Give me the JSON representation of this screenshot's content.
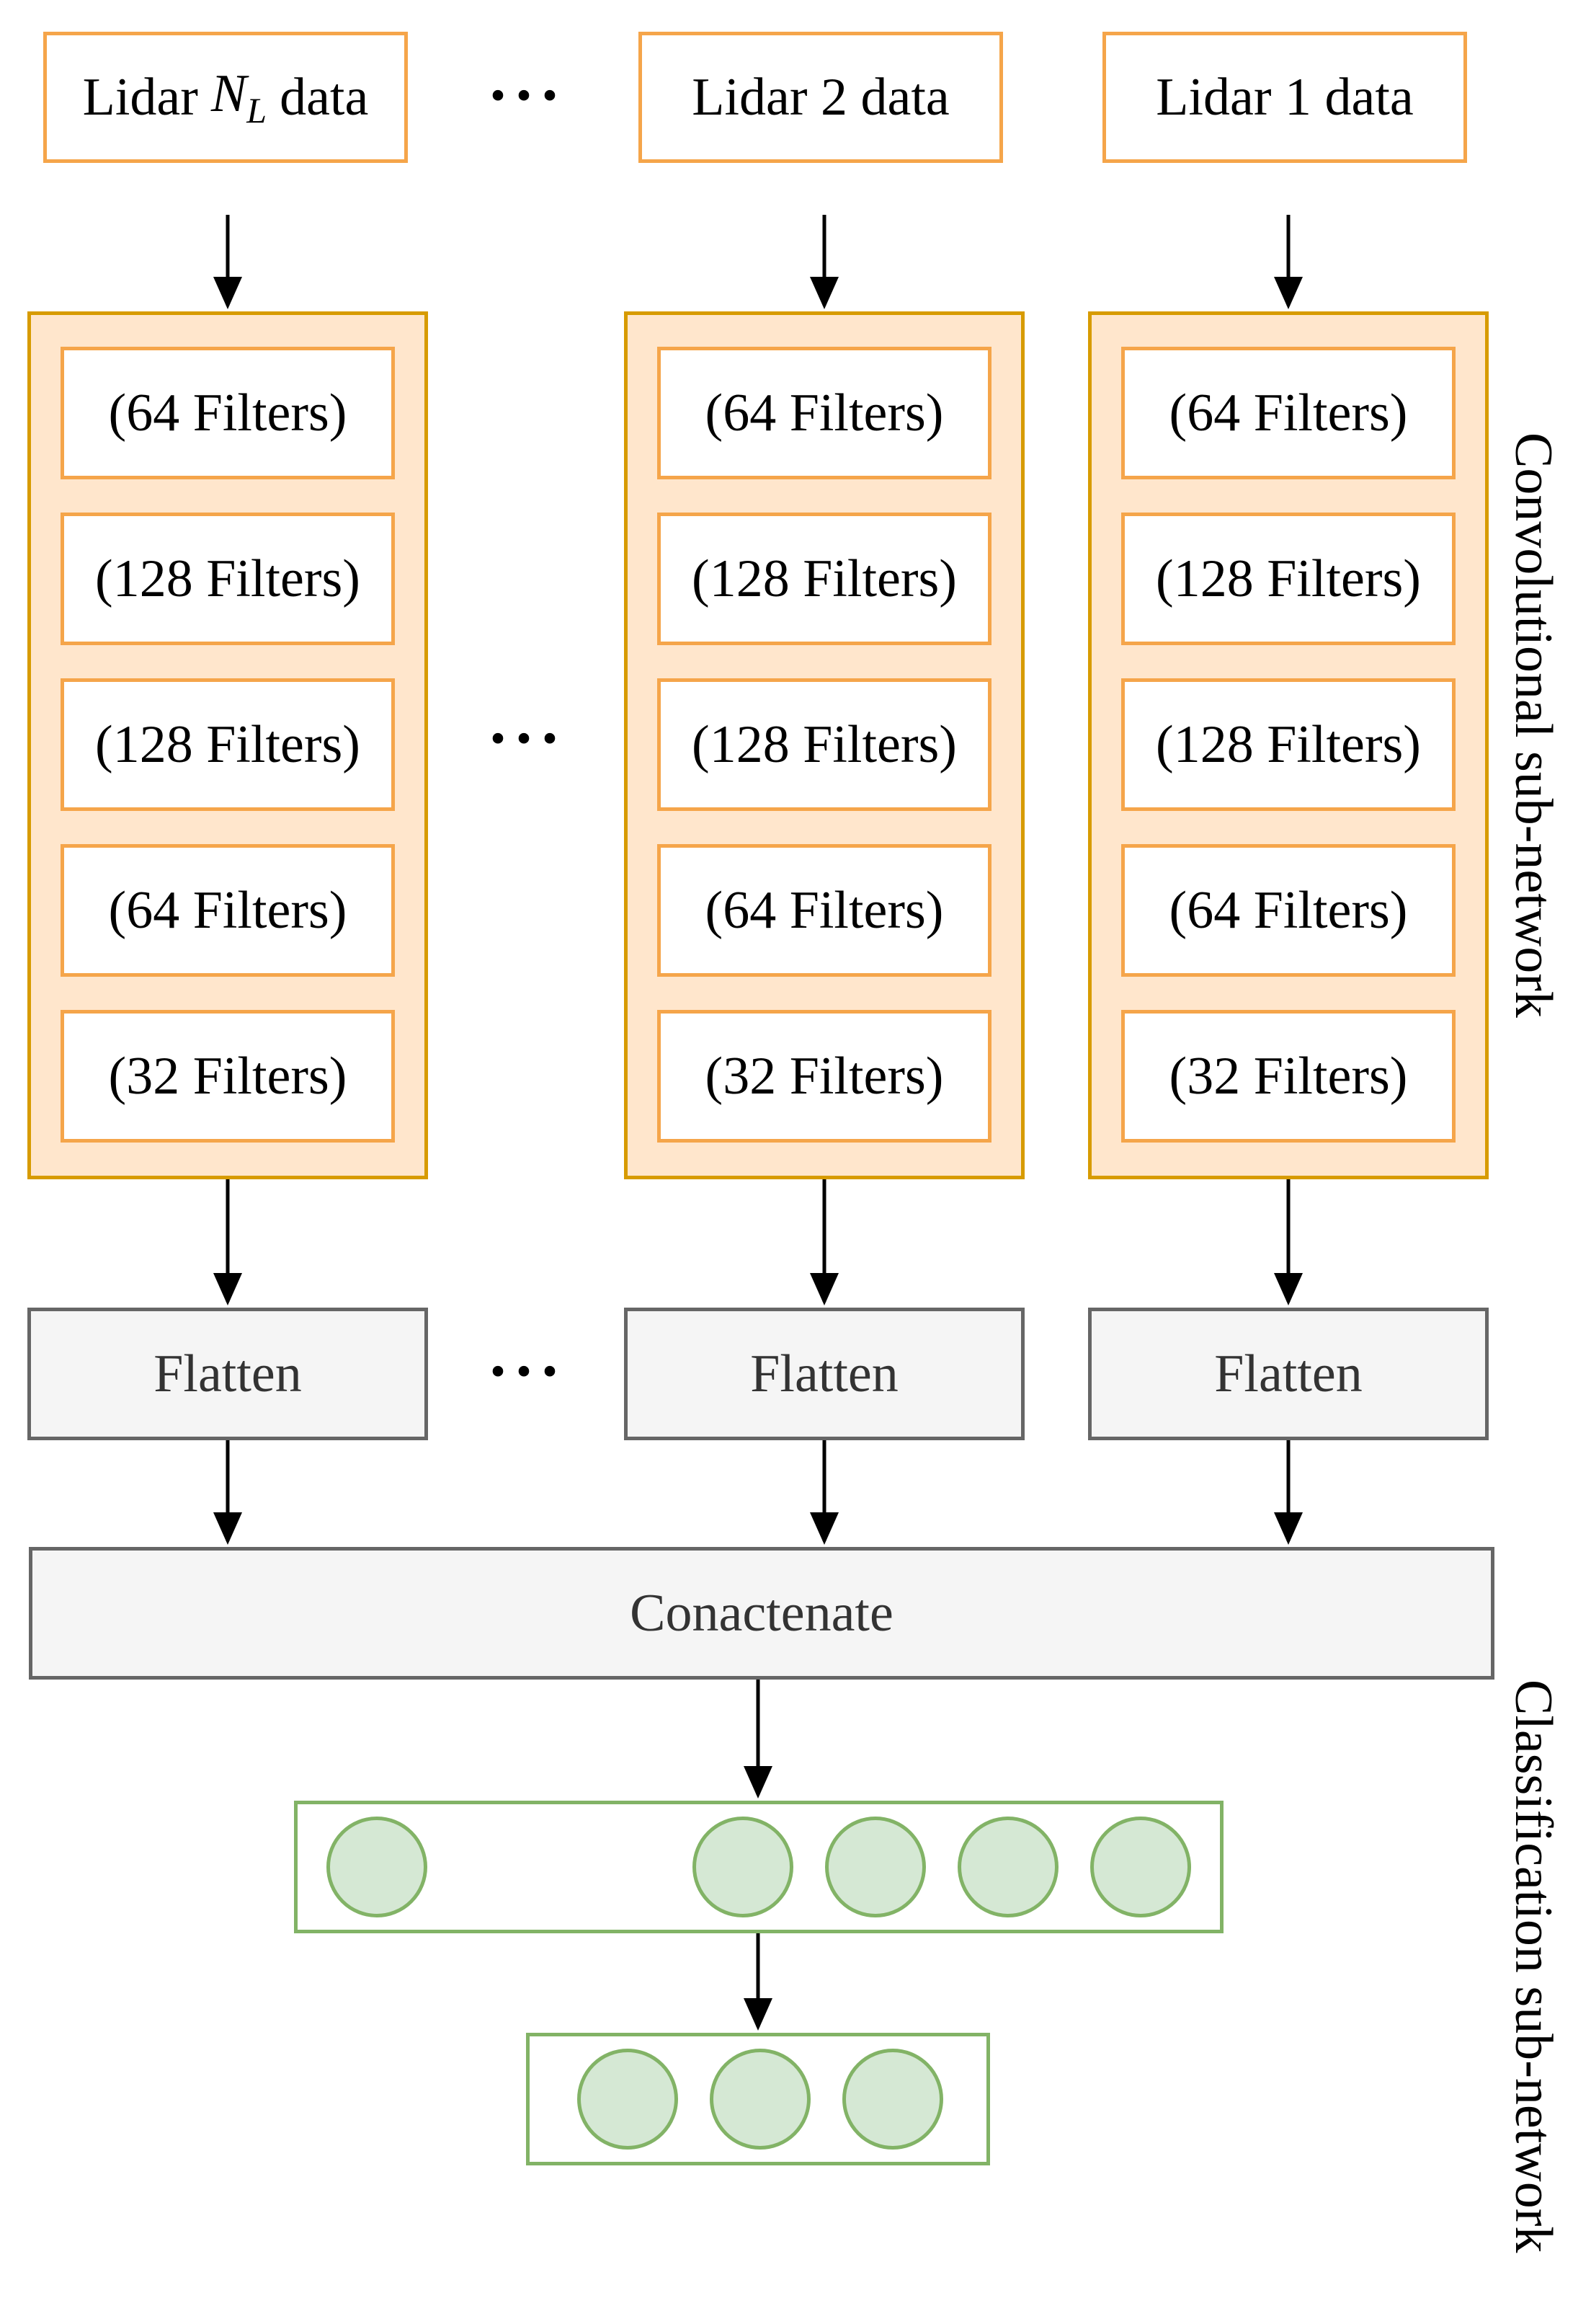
{
  "inputs": [
    {
      "prefix": "Lidar ",
      "var": "N",
      "sub": "L",
      "suffix": " data"
    },
    {
      "label": "Lidar 2 data"
    },
    {
      "label": "Lidar 1 data"
    }
  ],
  "filters": [
    "(64 Filters)",
    "(128 Filters)",
    "(128 Filters)",
    "(64 Filters)",
    "(32 Filters)"
  ],
  "flatten_label": "Flatten",
  "concat_label": "Conactenate",
  "ellipsis": "···",
  "side_labels": {
    "convolutional": "Convolutional sub-network",
    "classification": "Classification sub-network"
  },
  "colors": {
    "input_border": "#f5a54a",
    "group_border": "#d79b00",
    "group_fill": "#ffe6cc",
    "neutral_border": "#666666",
    "neutral_fill": "#f5f5f5",
    "neuron_border": "#82b366",
    "neuron_fill": "#d5e8d4"
  },
  "layers": {
    "hidden_neurons": 5,
    "output_neurons": 3
  }
}
